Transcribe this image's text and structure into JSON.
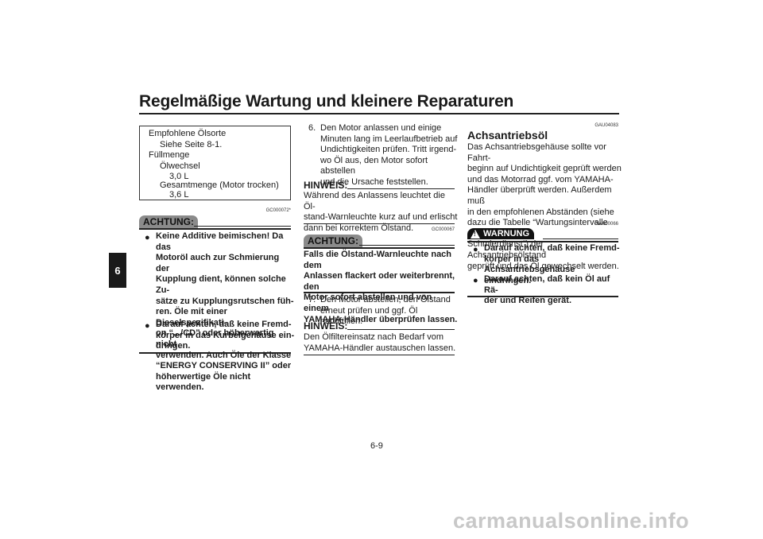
{
  "header": {
    "title": "Regelmäßige Wartung und kleinere Reparaturen",
    "chapter": "6"
  },
  "spec_box": {
    "lines": [
      "Empfohlene Ölsorte",
      "Siehe Seite 8-1.",
      "Füllmenge",
      "Ölwechsel",
      "3,0 L",
      "Gesamtmenge (Motor trocken)",
      "3,6 L"
    ]
  },
  "col1": {
    "code": "GC000072*",
    "achtung_label": "ACHTUNG:",
    "bullets": [
      [
        "Keine Additive beimischen! Da das",
        "Motoröl auch zur Schmierung der",
        "Kupplung dient, können solche Zu-",
        "sätze zu Kupplungsrutschen füh-",
        "ren. Öle mit einer Dieselspezifikati-",
        "on “.../CD” oder höherwertig nicht",
        "verwenden. Auch Öle der Klasse",
        "“ENERGY CONSERVING II” oder",
        "höherwertige Öle nicht verwenden."
      ],
      [
        "Darauf achten, daß keine Fremd-",
        "körper in das Kurbelgehäuse ein-",
        "dringen."
      ]
    ]
  },
  "col2": {
    "step6_num": "6.",
    "step6": [
      "Den Motor anlassen und einige",
      "Minuten lang im Leerlaufbetrieb auf",
      "Undichtigkeiten prüfen. Tritt irgend-",
      "wo Öl aus, den Motor sofort abstellen",
      "und die Ursache feststellen."
    ],
    "hinweis1_label": "HINWEIS:",
    "hinweis1": [
      "Während des Anlassens leuchtet die Öl-",
      "stand-Warnleuchte kurz auf und erlischt",
      "dann bei korrektem Ölstand."
    ],
    "code": "GC000067",
    "achtung_label": "ACHTUNG:",
    "achtung": [
      "Falls die Ölstand-Warnleuchte nach dem",
      "Anlassen flackert oder weiterbrennt, den",
      "Motor sofort abstellen und von einem",
      "YAMAHA-Händler überprüfen lassen."
    ],
    "step7_num": "7.",
    "step7": [
      "Den Motor abstellen, den Ölstand",
      "erneut prüfen und ggf. Öl nachfüllen."
    ],
    "hinweis2_label": "HINWEIS:",
    "hinweis2": [
      "Den Ölfiltereinsatz nach Bedarf vom",
      "YAMAHA-Händler austauschen lassen."
    ]
  },
  "col3": {
    "code": "GAU04083",
    "heading": "Achsantriebsöl",
    "body": [
      "Das Achsantriebsgehäuse sollte vor Fahrt-",
      "beginn auf Undichtigkeit geprüft werden",
      "und das Motorrad ggf. vom YAMAHA-",
      "Händler überprüft werden. Außerdem muß",
      "in den empfohlenen Abständen (siehe",
      "dazu die Tabelle “Wartungsintervalle und",
      "Schmierdienst”) der Achsantriebsölstand",
      "geprüft und das Öl gewechselt werden."
    ],
    "warn_code": "GW000066",
    "warn_label": "WARNUNG",
    "bullets": [
      [
        "Darauf achten, daß keine Fremd-",
        "körper in das Achsantriebsgehäuse",
        "eindringen."
      ],
      [
        "Darauf achten, daß kein Öl auf Rä-",
        "der und Reifen gerät."
      ]
    ]
  },
  "footer": {
    "page_number": "6-9"
  },
  "watermark": {
    "text": "carmanualsonline.info"
  }
}
